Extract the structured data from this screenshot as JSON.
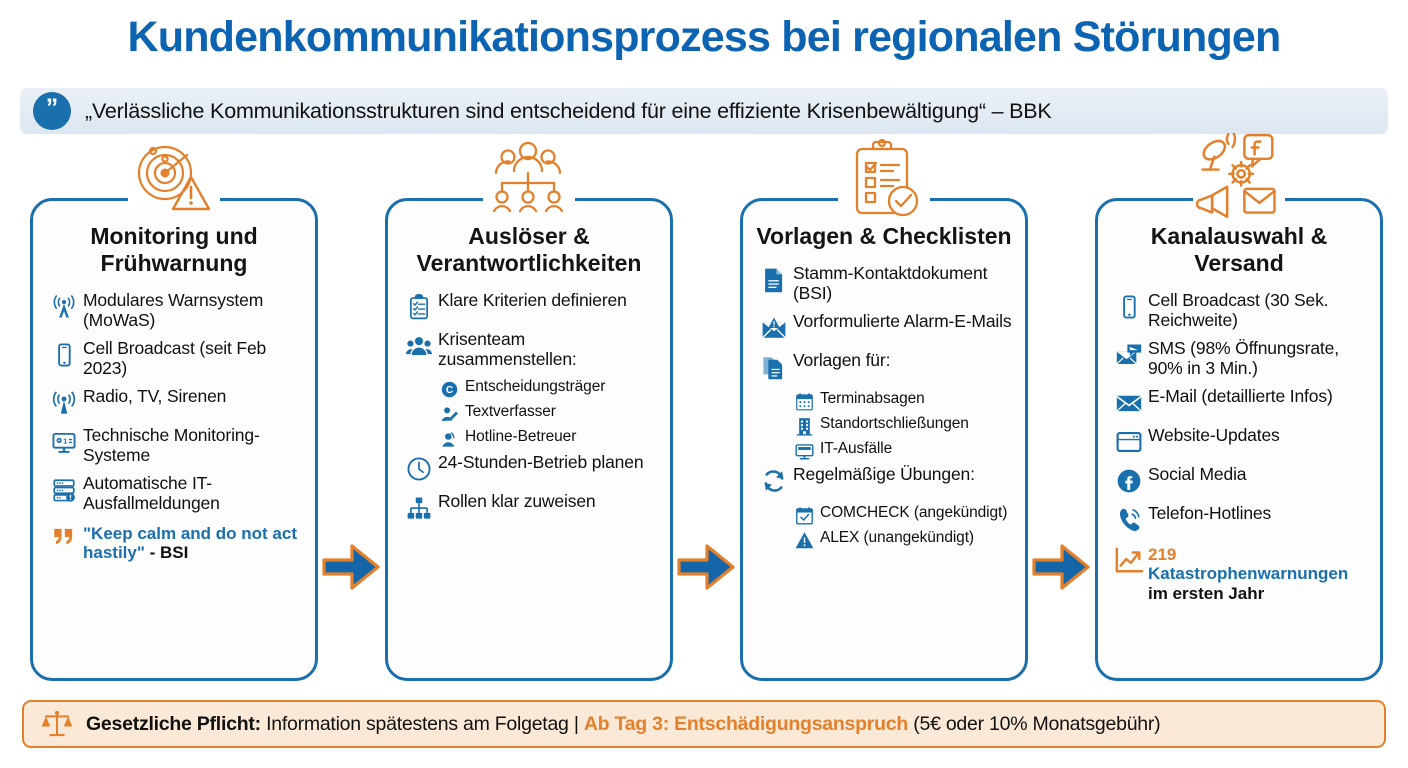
{
  "title": "Kundenkommunikationsprozess bei regionalen Störungen",
  "quote": {
    "badge_icon": "quote-icon",
    "text": "„Verlässliche Kommunikationsstrukturen sind entscheidend für eine effiziente Krisenbewältigung“ – BBK"
  },
  "colors": {
    "brand_blue": "#1a6fad",
    "title_blue": "#0b63b2",
    "accent_orange": "#e3802b",
    "quote_bar_bg": "#e4edf5",
    "footer_bg": "#fbe9d8",
    "text_black": "#111111"
  },
  "columns": [
    {
      "header_icon": "radar-warning-icon",
      "title": "Monitoring und Frühwarnung",
      "items": [
        {
          "icon": "broadcast-tower-icon",
          "text": "Modulares Warnsystem (MoWaS)",
          "bold": false
        },
        {
          "icon": "mobile-phone-icon",
          "text": "Cell Broadcast (seit Feb 2023)",
          "bold": false
        },
        {
          "icon": "antenna-signal-icon",
          "text": "Radio, TV, Sirenen",
          "bold": false
        },
        {
          "icon": "monitor-settings-icon",
          "text": "Technische Monitoring-Systeme",
          "bold": false
        },
        {
          "icon": "server-alert-icon",
          "text": "Automatische IT-Ausfallmeldungen",
          "bold": false
        }
      ],
      "note": {
        "icon": "quote-mark-icon",
        "parts": [
          {
            "text": "\"Keep calm and do not act hastily\" ",
            "color": "blue"
          },
          {
            "text": "- BSI",
            "color": "black"
          }
        ]
      }
    },
    {
      "header_icon": "team-hierarchy-icon",
      "title": "Auslöser & Verantwortlichkeiten",
      "items": [
        {
          "icon": "clipboard-check-icon",
          "text": "Klare Kriterien definieren",
          "bold": false
        },
        {
          "icon": "people-group-icon",
          "text": "Krisenteam zusammenstellen:",
          "bold": false,
          "subs": [
            {
              "icon": "circle-c-icon",
              "text": "Entscheidungsträger"
            },
            {
              "icon": "person-pencil-icon",
              "text": "Textverfasser"
            },
            {
              "icon": "person-headset-icon",
              "text": "Hotline-Betreuer"
            }
          ]
        },
        {
          "icon": "clock-icon",
          "text": "24-Stunden-Betrieb planen",
          "bold": false
        },
        {
          "icon": "org-chart-icon",
          "text": "Rollen klar zuweisen",
          "bold": false
        }
      ],
      "note": null
    },
    {
      "header_icon": "clipboard-checklist-icon",
      "title": "Vorlagen & Checklisten",
      "items": [
        {
          "icon": "document-icon",
          "text": "Stamm-Kontaktdokument (BSI)",
          "bold": false
        },
        {
          "icon": "envelope-alert-icon",
          "text": "Vorformulierte Alarm-E-Mails",
          "bold": false
        },
        {
          "icon": "documents-stack-icon",
          "text": "Vorlagen für:",
          "bold": false,
          "subs": [
            {
              "icon": "calendar-icon",
              "text": "Terminabsagen"
            },
            {
              "icon": "building-icon",
              "text": "Standortschließungen"
            },
            {
              "icon": "monitor-icon",
              "text": "IT-Ausfälle"
            }
          ]
        },
        {
          "icon": "refresh-cycle-icon",
          "text": "Regelmäßige Übungen:",
          "bold": false,
          "subs": [
            {
              "icon": "calendar-check-icon",
              "text": "COMCHECK (angekündigt)"
            },
            {
              "icon": "warning-triangle-icon",
              "text": "ALEX (unangekündigt)"
            }
          ]
        }
      ],
      "note": null
    },
    {
      "header_icon": "multichannel-broadcast-icon",
      "title": "Kanalauswahl & Versand",
      "items": [
        {
          "icon": "mobile-phone-icon",
          "text": "Cell Broadcast (30 Sek. Reichweite)",
          "bold": false
        },
        {
          "icon": "sms-icon",
          "text": "SMS (98% Öffnungsrate, 90% in 3 Min.)",
          "bold": false
        },
        {
          "icon": "envelope-icon",
          "text": "E-Mail (detaillierte Infos)",
          "bold": false
        },
        {
          "icon": "browser-window-icon",
          "text": "Website-Updates",
          "bold": false
        },
        {
          "icon": "facebook-icon",
          "text": "Social Media",
          "bold": false
        },
        {
          "icon": "phone-call-icon",
          "text": "Telefon-Hotlines",
          "bold": false
        }
      ],
      "note": {
        "icon": "trend-chart-icon",
        "parts": [
          {
            "text": "219 ",
            "color": "orange"
          },
          {
            "text": "Katastrophenwarnungen ",
            "color": "blue"
          },
          {
            "text": "im ersten Jahr",
            "color": "black"
          }
        ]
      }
    }
  ],
  "arrows": [
    {
      "name": "process-arrow-1"
    },
    {
      "name": "process-arrow-2"
    },
    {
      "name": "process-arrow-3"
    }
  ],
  "footer": {
    "icon": "scales-justice-icon",
    "parts": [
      {
        "text": "Gesetzliche Pflicht: ",
        "style": "bold"
      },
      {
        "text": "Information spätestens am Folgetag | ",
        "style": "normal"
      },
      {
        "text": "Ab Tag 3: Entschädigungsanspruch ",
        "style": "orange"
      },
      {
        "text": "(5€ oder 10% Monatsgebühr)",
        "style": "normal"
      }
    ]
  }
}
